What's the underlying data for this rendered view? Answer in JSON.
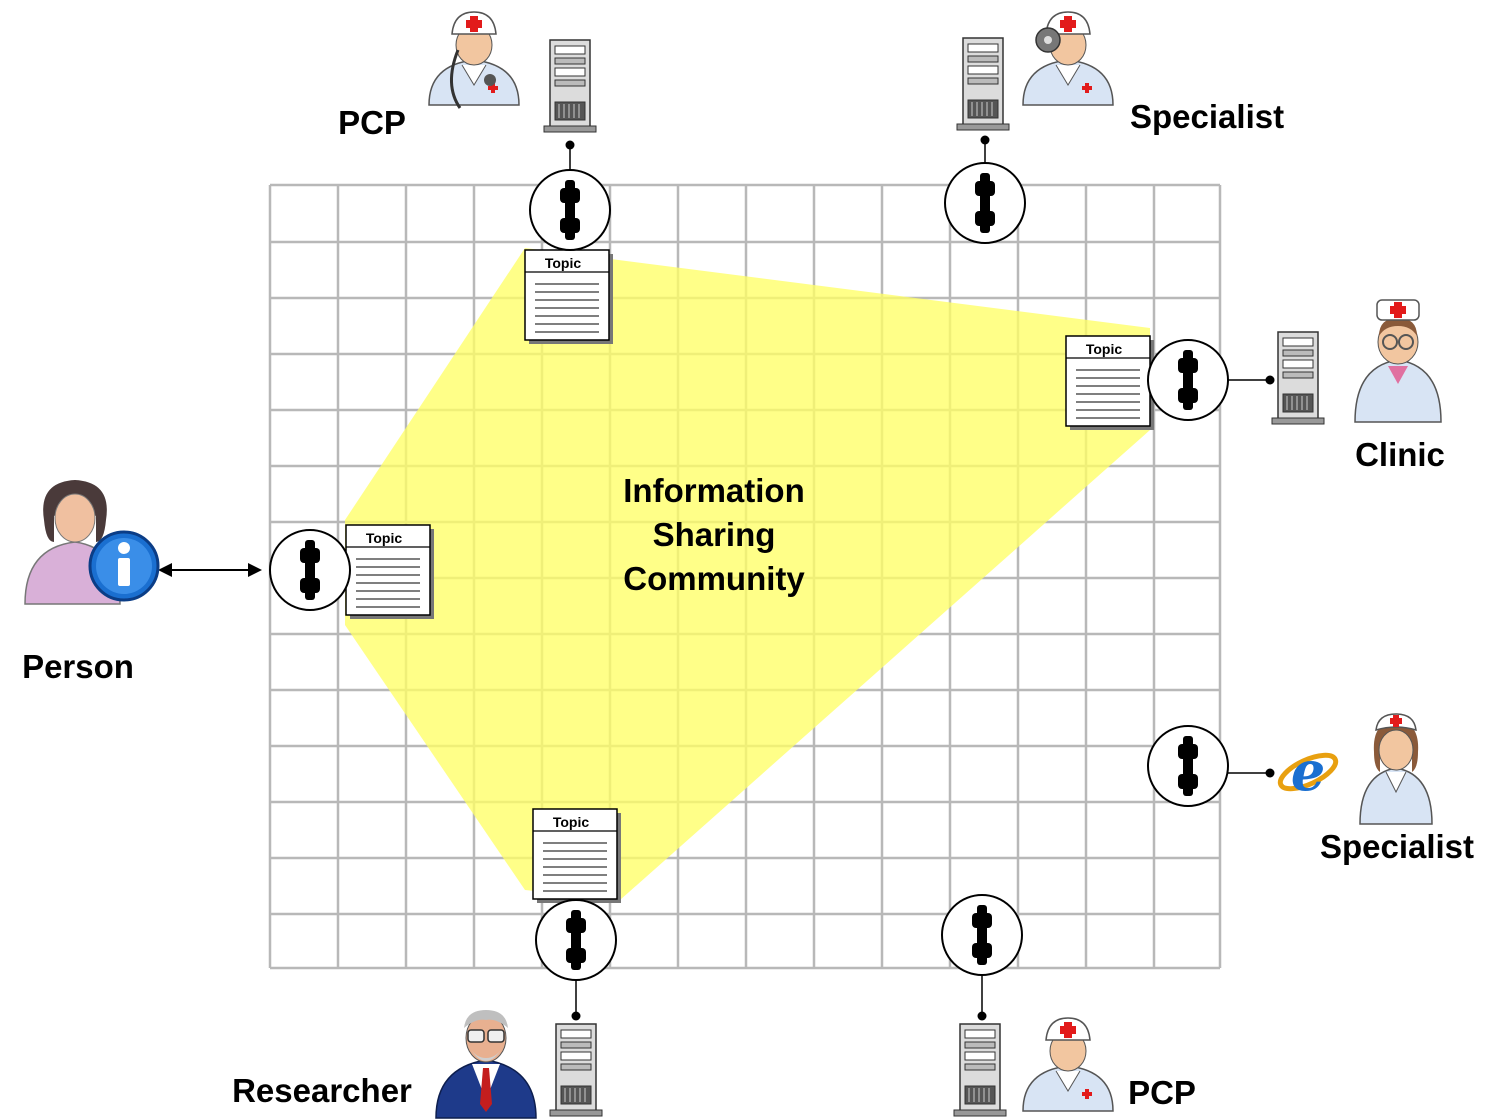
{
  "community": {
    "title_lines": [
      "Information",
      "Sharing",
      "Community"
    ]
  },
  "topic_label": "Topic",
  "participants": {
    "pcp_top": {
      "label": "PCP",
      "avatar": "doctor-stethoscope-icon",
      "device": "server-icon"
    },
    "specialist_top": {
      "label": "Specialist",
      "avatar": "doctor-head-mirror-icon",
      "device": "server-icon"
    },
    "clinic": {
      "label": "Clinic",
      "avatar": "nurse-glasses-icon",
      "device": "server-icon"
    },
    "person": {
      "label": "Person",
      "avatar": "woman-info-icon",
      "device": "none"
    },
    "specialist_right": {
      "label": "Specialist",
      "avatar": "nurse-icon",
      "device": "browser-e-icon"
    },
    "researcher": {
      "label": "Researcher",
      "avatar": "researcher-icon",
      "device": "server-icon"
    },
    "pcp_bottom": {
      "label": "PCP",
      "avatar": "doctor-icon",
      "device": "server-icon"
    }
  },
  "colors": {
    "grid": "#b8b8b8",
    "community_fill": "#ffff66",
    "coat": "#d8e4f4",
    "red_cross": "#e21b1b"
  }
}
